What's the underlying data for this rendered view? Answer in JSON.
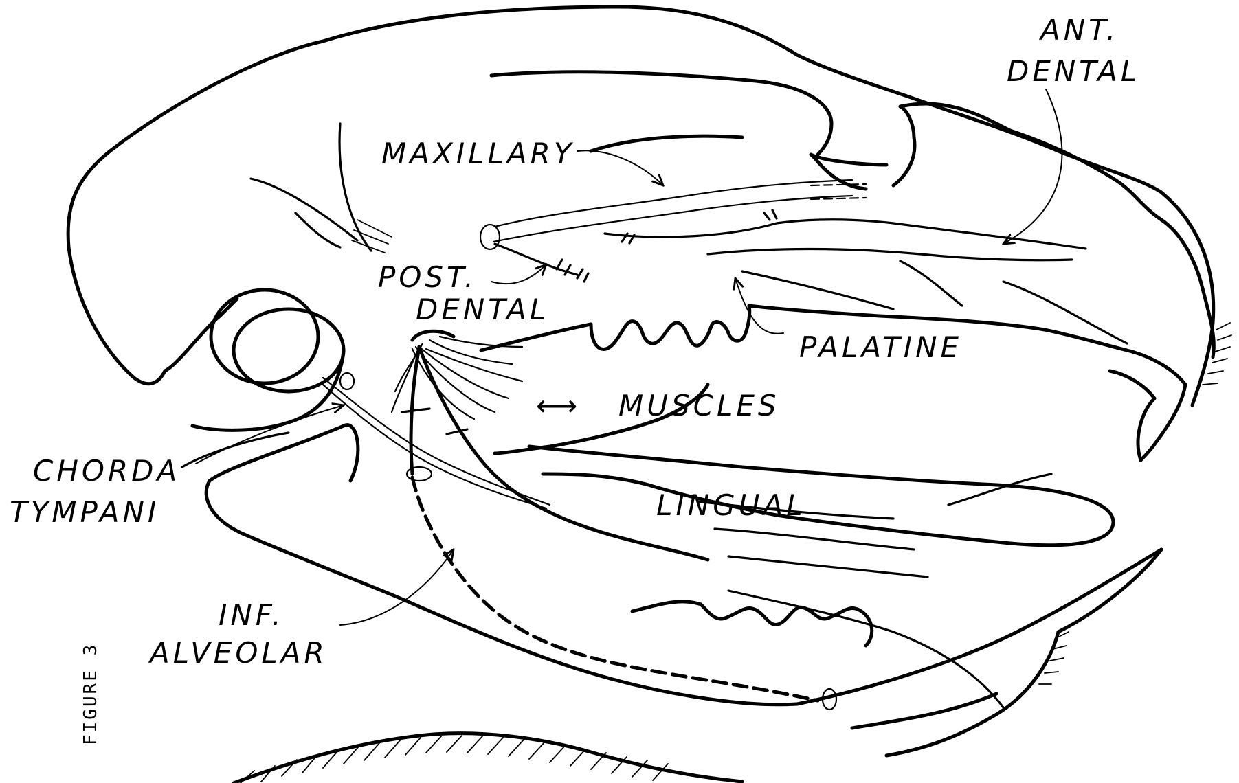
{
  "labels": {
    "ant_dental_line1": "ANT.",
    "ant_dental_line2": "DENTAL",
    "maxillary": "MAXILLARY",
    "post_dental_line1": "POST.",
    "post_dental_line2": "DENTAL",
    "palatine": "PALATINE",
    "muscles": "MUSCLES",
    "muscles_arrow": "⟷",
    "chorda_line1": "CHORDA",
    "chorda_line2": "TYMPANI",
    "lingual": "LINGUAL",
    "inf_alveolar_line1": "INF.",
    "inf_alveolar_line2": "ALVEOLAR"
  },
  "caption": "FIGURE 3"
}
